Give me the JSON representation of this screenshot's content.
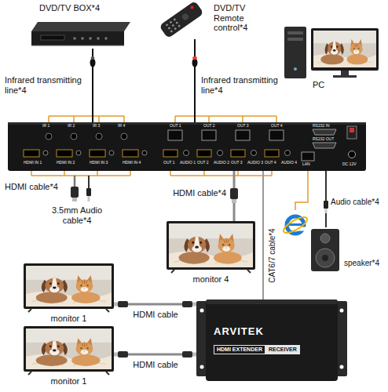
{
  "diagram": {
    "nodes": [
      {
        "text": [
          "DVD/TV BOX*4"
        ]
      },
      {
        "text": [
          "DVD/TV Remote control*4"
        ]
      },
      {
        "text": [
          "PC"
        ]
      },
      {
        "text": [
          "IR 1",
          "IR 2",
          "IR 3",
          "IR 4",
          "OUT 1",
          "OUT 2",
          "OUT 3",
          "OUT 4",
          "RS232 IN",
          "RS232 OUT",
          "HDMI IN 1",
          "HDMI IN 2",
          "HDMI IN 3",
          "HDMI IN 4",
          "OUT 1",
          "AUDIO 1",
          "OUT 2",
          "AUDIO 2",
          "OUT 3",
          "AUDIO 3",
          "OUT 4",
          "AUDIO 4",
          "LAN",
          "DC 12V"
        ]
      },
      {
        "text": [
          "monitor 4"
        ]
      },
      {
        "text": [
          "speaker*4"
        ]
      },
      {
        "text": [
          "monitor 1"
        ]
      },
      {
        "text": [
          "ARVITEK",
          "HDMI EXTENDER",
          "RECEIVER"
        ]
      },
      {
        "text": [
          "monitor 1"
        ]
      }
    ],
    "edges": [
      {
        "from": 0,
        "to": 3,
        "label": "Infrared transmitting line*4",
        "arrow": "none"
      },
      {
        "from": 1,
        "to": 3,
        "label": "Infrared transmitting line*4",
        "arrow": "none"
      },
      {
        "from": 3,
        "to": 4,
        "label": "HDMI cable*4",
        "arrow": "none"
      },
      {
        "from": 3,
        "to": 7,
        "label": "CAT6/7 cable*4",
        "arrow": "none"
      },
      {
        "from": 3,
        "to": 5,
        "label": "Audio cable*4",
        "arrow": "none"
      },
      {
        "from": 7,
        "to": 6,
        "label": "HDMI cable",
        "arrow": "none"
      },
      {
        "from": 7,
        "to": 8,
        "label": "HDMI cable",
        "arrow": "none"
      }
    ],
    "labels": [
      "HDMI cable*4",
      "3.5mm Audio cable*4"
    ]
  }
}
